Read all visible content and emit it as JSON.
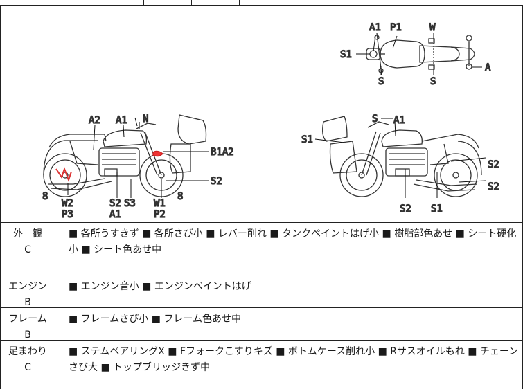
{
  "diagram": {
    "top_view_labels": [
      "A1",
      "P1",
      "W",
      "S1",
      "A",
      "S",
      "S"
    ],
    "left_view_labels": [
      "A2",
      "A1",
      "N",
      "B1A2",
      "S2",
      "8",
      "W2",
      "P3",
      "S2",
      "S3",
      "A1",
      "W1",
      "P2",
      "8"
    ],
    "right_view_labels": [
      "S",
      "A1",
      "S1",
      "S2",
      "S2",
      "S2",
      "S1"
    ]
  },
  "rows": [
    {
      "category": "外　観",
      "grade": "C",
      "description": "■ 各所うすきず ■ 各所さび小 ■ レバー削れ ■ タンクペイントはげ小 ■ 樹脂部色あせ ■ シート硬化小 ■ シート色あせ中"
    },
    {
      "category": "エンジン",
      "grade": "B",
      "description": "■ エンジン音小 ■ エンジンペイントはげ"
    },
    {
      "category": "フレーム",
      "grade": "B",
      "description": "■ フレームさび小 ■ フレーム色あせ中"
    },
    {
      "category": "足まわり",
      "grade": "C",
      "description": "■ ステムベアリングX ■ Fフォークこすりキズ ■ ボトムケース削れ小 ■ Rサスオイルもれ ■ チェーンさび大 ■ トップブリッジきず中"
    }
  ]
}
